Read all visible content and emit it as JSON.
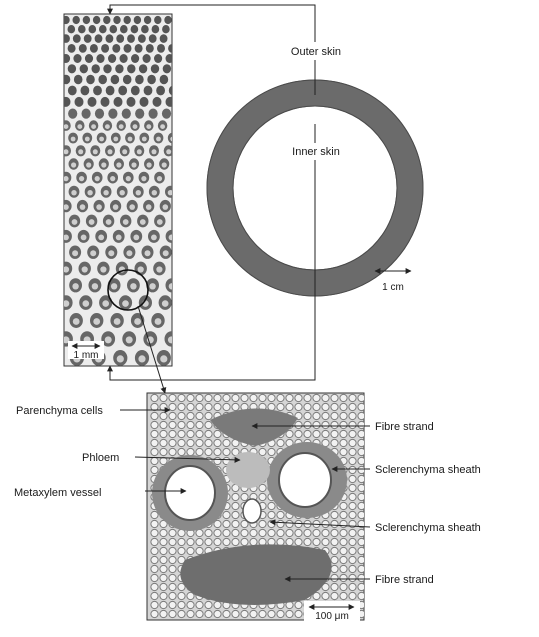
{
  "labels": {
    "outer_skin": "Outer skin",
    "inner_skin": "Inner skin",
    "parenchyma_cells": "Parenchyma cells",
    "phloem": "Phloem",
    "metaxylem_vessel": "Metaxylem vessel",
    "fibre_strand_top": "Fibre strand",
    "sclerenchyma_sheath_1": "Sclerenchyma sheath",
    "sclerenchyma_sheath_2": "Sclerenchyma sheath",
    "fibre_strand_bottom": "Fibre strand"
  },
  "scale_bars": {
    "strip": "1 mm",
    "ring": "1 cm",
    "micro": "100 μm"
  },
  "colors": {
    "ring": "#6b6b6b",
    "ring_edge": "#4a4a4a",
    "bundle_dark": "#5e5e5e",
    "tissue_light": "#d8d8d8",
    "line": "#222222"
  }
}
